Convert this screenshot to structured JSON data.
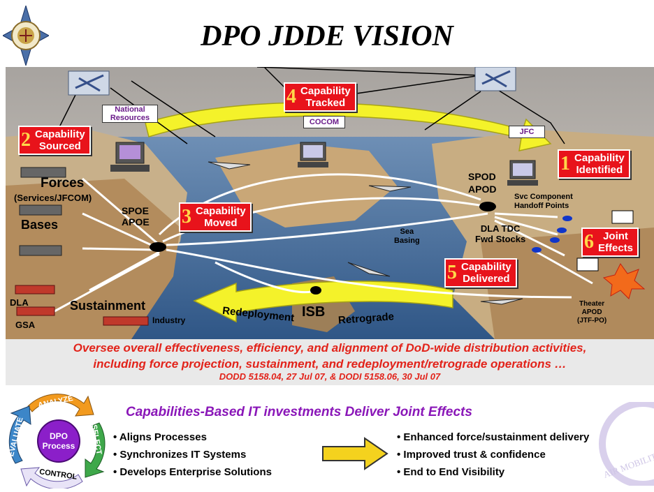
{
  "title": "DPO JDDE VISION",
  "capabilities": [
    {
      "num": "1",
      "line1": "Capability",
      "line2": "Identified"
    },
    {
      "num": "2",
      "line1": "Capability",
      "line2": "Sourced"
    },
    {
      "num": "3",
      "line1": "Capability",
      "line2": "Moved"
    },
    {
      "num": "4",
      "line1": "Capability",
      "line2": "Tracked"
    },
    {
      "num": "5",
      "line1": "Capability",
      "line2": "Delivered"
    },
    {
      "num": "6",
      "line1": "Joint",
      "line2": "Effects"
    }
  ],
  "map_labels": {
    "national_resources_1": "National",
    "national_resources_2": "Resources",
    "cocom": "COCOM",
    "jfc": "JFC",
    "forces": "Forces",
    "services": "(Services/JFCOM)",
    "bases": "Bases",
    "spoe": "SPOE",
    "apoe": "APOE",
    "spod": "SPOD",
    "apod": "APOD",
    "svc_component_1": "Svc Component",
    "svc_component_2": "Handoff Points",
    "sea_basing_1": "Sea",
    "sea_basing_2": "Basing",
    "dla_tdc_1": "DLA TDC",
    "dla_tdc_2": "Fwd Stocks",
    "dla": "DLA",
    "gsa": "GSA",
    "sustainment": "Sustainment",
    "industry": "Industry",
    "isb": "ISB",
    "redeployment": "Redeployment",
    "retrograde": "Retrograde",
    "theater_1": "Theater",
    "theater_2": "APOD",
    "theater_3": "(JTF-PO)"
  },
  "banner": {
    "line1": "Oversee overall effectiveness, efficiency, and alignment of DoD-wide distribution activities,",
    "line2": "including force projection, sustainment, and redeployment/retrograde operations …",
    "line3": "DODD 5158.04, 27 Jul 07, & DODI 5158.06, 30 Jul 07"
  },
  "cycle": {
    "center1": "DPO",
    "center2": "Process",
    "analyze": "ANALYZE",
    "select": "SELECT",
    "control": "CONTROL",
    "evaluate": "EVALUATE"
  },
  "subheading": "Capabilities-Based IT investments Deliver Joint Effects",
  "left_bullets": [
    "• Aligns Processes",
    "• Synchronizes IT Systems",
    "• Develops Enterprise Solutions"
  ],
  "right_bullets": [
    "• Enhanced force/sustainment delivery",
    "• Improved trust & confidence",
    "• End to End Visibility"
  ],
  "watermark": "AIR MOBILITY",
  "colors": {
    "cap_red": "#e8131b",
    "cap_num": "#ffd84a",
    "banner_text": "#e2231a",
    "subhead": "#8a17b8",
    "arrow_fill": "#f4f22a"
  }
}
